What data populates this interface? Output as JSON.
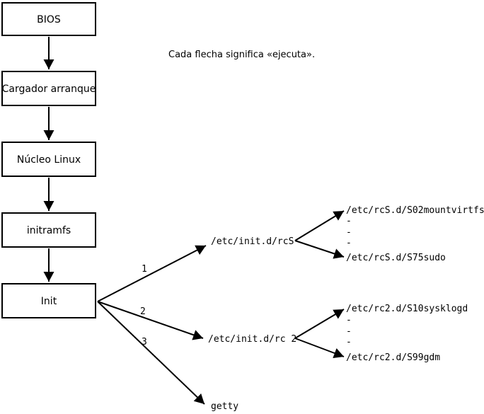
{
  "note": "Cada flecha significa «ejecuta».",
  "chain": [
    {
      "label": "BIOS"
    },
    {
      "label": "Cargador arranque"
    },
    {
      "label": "Núcleo Linux"
    },
    {
      "label": "initramfs"
    },
    {
      "label": "Init"
    }
  ],
  "branches": [
    {
      "number": "1",
      "target": "/etc/init.d/rcS"
    },
    {
      "number": "2",
      "target": "/etc/init.d/rc 2"
    },
    {
      "number": "3",
      "target": "getty"
    }
  ],
  "rcs": {
    "first": "/etc/rcS.d/S02mountvirtfs",
    "dots": [
      "-",
      "-",
      "-"
    ],
    "last": "/etc/rcS.d/S75sudo"
  },
  "rc2": {
    "first": "/etc/rc2.d/S10sysklogd",
    "dots": [
      "-",
      "-",
      "-"
    ],
    "last": "/etc/rc2.d/S99gdm"
  },
  "colors": {
    "line": "#000000",
    "background": "#ffffff"
  }
}
